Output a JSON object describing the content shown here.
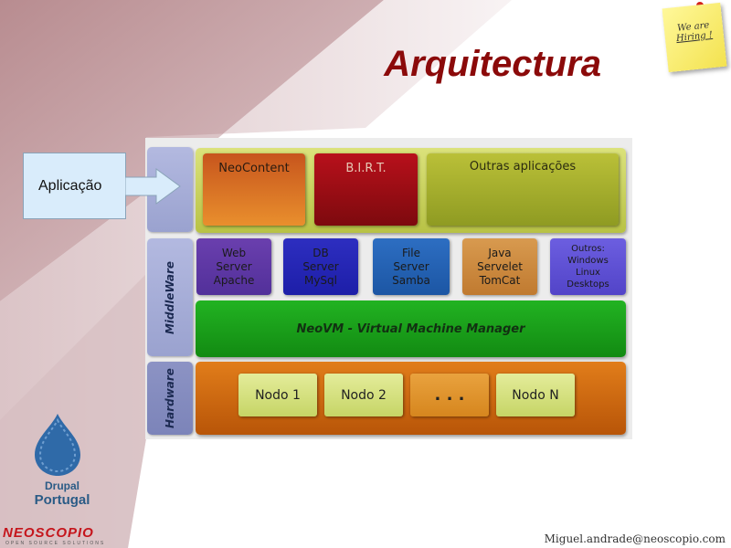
{
  "title": "Arquitectura",
  "sticky_note": {
    "line1": "We are",
    "line2": "Hiring !"
  },
  "application_box": {
    "label": "Aplicação"
  },
  "sidebar": {
    "middleware": "MiddleWare",
    "hardware": "Hardware"
  },
  "applications": [
    {
      "label": "NeoContent"
    },
    {
      "label": "B.I.R.T."
    },
    {
      "label": "Outras aplicações"
    }
  ],
  "middleware": [
    {
      "label": "Web\nServer\nApache"
    },
    {
      "label": "DB\nServer\nMySql"
    },
    {
      "label": "File\nServer\nSamba"
    },
    {
      "label": "Java\nServelet\nTomCat"
    },
    {
      "label": "Outros:\nWindows\nLinux\nDesktops"
    }
  ],
  "vm_manager": {
    "label": "NeoVM - Virtual Machine Manager"
  },
  "nodes": [
    {
      "label": "Nodo 1"
    },
    {
      "label": "Nodo 2"
    },
    {
      "label": ". . ."
    },
    {
      "label": "Nodo N"
    }
  ],
  "footer": {
    "drupal_line1": "Drupal",
    "drupal_line2": "Portugal",
    "company": "NEOSCOPIO",
    "company_tagline": "OPEN SOURCE SOLUTIONS",
    "email": "Miguel.andrade@neoscopio.com"
  },
  "colors": {
    "title": "#8b0a0a",
    "app_layer": "#c6cd58",
    "vm_manager": "#1aa21a",
    "hardware_layer": "#d26a0c",
    "sidebar": "#9aa4cf"
  }
}
